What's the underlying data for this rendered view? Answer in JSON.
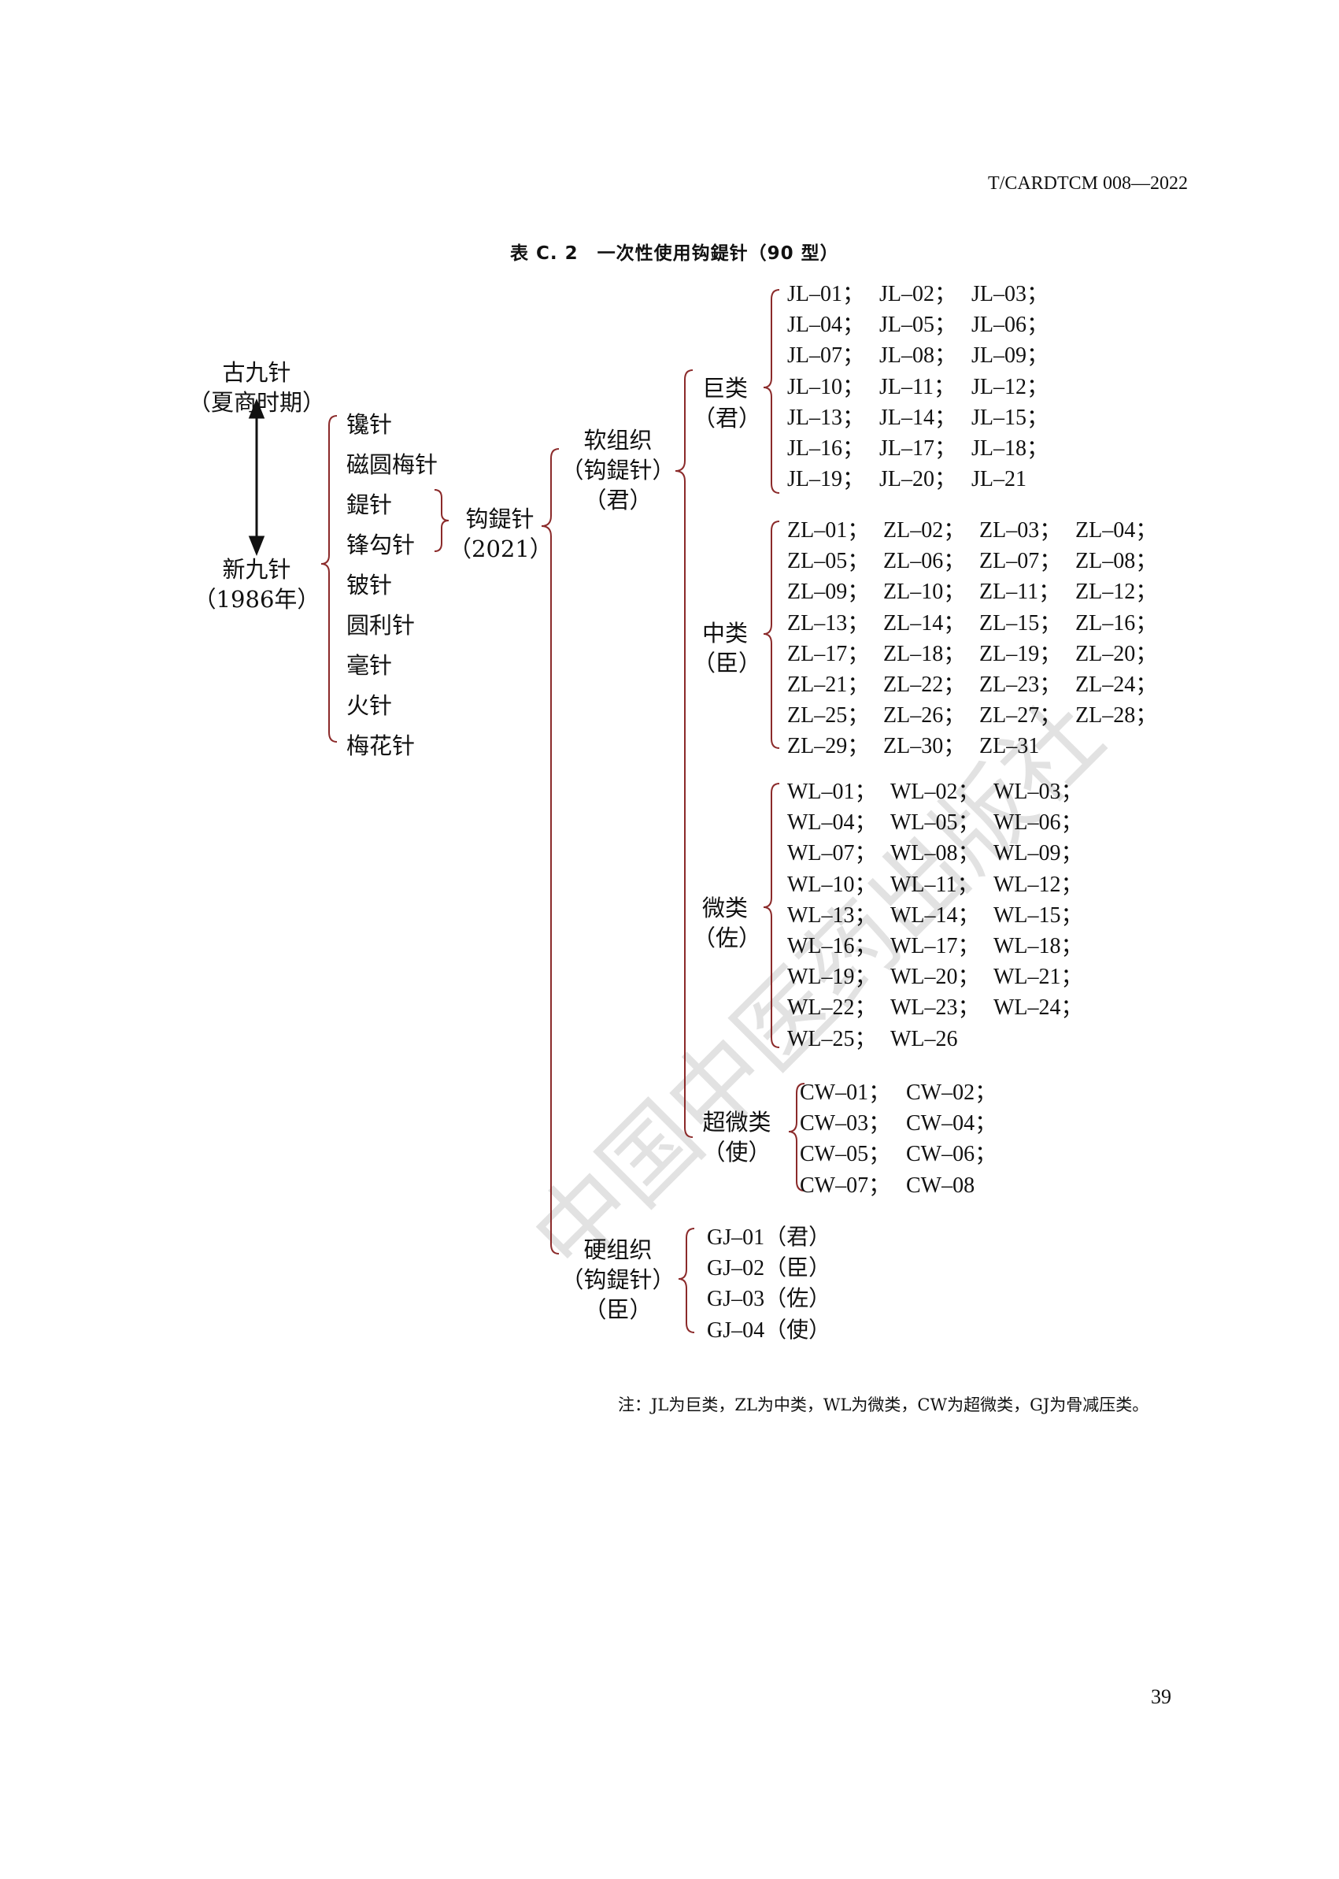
{
  "header": {
    "doc_code": "T/CARDTCM 008—2022"
  },
  "table_title": "表 C. 2　一次性使用钩鍉针（90 型）",
  "timeline": {
    "ancient": {
      "title": "古九针",
      "period": "（夏商时期）"
    },
    "modern": {
      "title": "新九针",
      "period": "（1986年）"
    }
  },
  "needles": [
    "镵针",
    "磁圆梅针",
    "鍉针",
    "锋勾针",
    "铍针",
    "圆利针",
    "毫针",
    "火针",
    "梅花针"
  ],
  "hook_needle": {
    "title": "钩鍉针",
    "year": "（2021）"
  },
  "soft_tissue": {
    "line1": "软组织",
    "line2": "（钩鍉针）",
    "line3": "（君）"
  },
  "hard_tissue": {
    "line1": "硬组织",
    "line2": "（钩鍉针）",
    "line3": "（臣）"
  },
  "categories": {
    "jl": {
      "line1": "巨类",
      "line2": "（君）",
      "rows": [
        [
          "JL–01；",
          "JL–02；",
          "JL–03；"
        ],
        [
          "JL–04；",
          "JL–05；",
          "JL–06；"
        ],
        [
          "JL–07；",
          "JL–08；",
          "JL–09；"
        ],
        [
          "JL–10；",
          "JL–11；",
          "JL–12；"
        ],
        [
          "JL–13；",
          "JL–14；",
          "JL–15；"
        ],
        [
          "JL–16；",
          "JL–17；",
          "JL–18；"
        ],
        [
          "JL–19；",
          "JL–20；",
          "JL–21"
        ]
      ]
    },
    "zl": {
      "line1": "中类",
      "line2": "（臣）",
      "rows": [
        [
          "ZL–01；",
          "ZL–02；",
          "ZL–03；",
          "ZL–04；"
        ],
        [
          "ZL–05；",
          "ZL–06；",
          "ZL–07；",
          "ZL–08；"
        ],
        [
          "ZL–09；",
          "ZL–10；",
          "ZL–11；",
          "ZL–12；"
        ],
        [
          "ZL–13；",
          "ZL–14；",
          "ZL–15；",
          "ZL–16；"
        ],
        [
          "ZL–17；",
          "ZL–18；",
          "ZL–19；",
          "ZL–20；"
        ],
        [
          "ZL–21；",
          "ZL–22；",
          "ZL–23；",
          "ZL–24；"
        ],
        [
          "ZL–25；",
          "ZL–26；",
          "ZL–27；",
          "ZL–28；"
        ],
        [
          "ZL–29；",
          "ZL–30；",
          "ZL–31"
        ]
      ]
    },
    "wl": {
      "line1": "微类",
      "line2": "（佐）",
      "rows": [
        [
          "WL–01；",
          "WL–02；",
          "WL–03；"
        ],
        [
          "WL–04；",
          "WL–05；",
          "WL–06；"
        ],
        [
          "WL–07；",
          "WL–08；",
          "WL–09；"
        ],
        [
          "WL–10；",
          "WL–11；",
          "WL–12；"
        ],
        [
          "WL–13；",
          "WL–14；",
          "WL–15；"
        ],
        [
          "WL–16；",
          "WL–17；",
          "WL–18；"
        ],
        [
          "WL–19；",
          "WL–20；",
          "WL–21；"
        ],
        [
          "WL–22；",
          "WL–23；",
          "WL–24；"
        ],
        [
          "WL–25；",
          "WL–26"
        ]
      ]
    },
    "cw": {
      "line1": "超微类",
      "line2": "（使）",
      "rows": [
        [
          "CW–01；",
          "CW–02；"
        ],
        [
          "CW–03；",
          "CW–04；"
        ],
        [
          "CW–05；",
          "CW–06；"
        ],
        [
          "CW–07；",
          "CW–08"
        ]
      ]
    },
    "gj": {
      "rows": [
        [
          "GJ–01（君）"
        ],
        [
          "GJ–02（臣）"
        ],
        [
          "GJ–03（佐）"
        ],
        [
          "GJ–04（使）"
        ]
      ]
    }
  },
  "note": "注：JL为巨类，ZL为中类，WL为微类，CW为超微类，GJ为骨减压类。",
  "page_number": "39",
  "watermark": "中国中医药出版社",
  "colors": {
    "bracket": "#8b2a2a",
    "text": "#111111",
    "watermark": "#c8c8c8"
  }
}
